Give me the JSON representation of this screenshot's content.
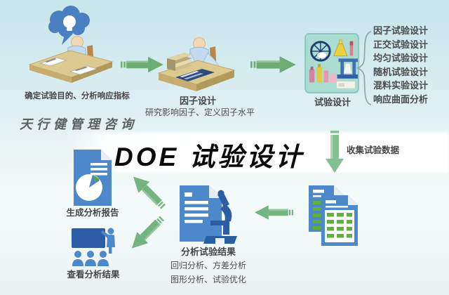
{
  "brand": {
    "name": "天行健管理咨询"
  },
  "title": {
    "text": "DOE 试验设计"
  },
  "flow": {
    "step1": {
      "label": "确定试验目的、分析响应指标"
    },
    "step2": {
      "label": "因子设计",
      "desc": "研究影响因子、定义因子水平"
    },
    "step3": {
      "label": "试验设计"
    },
    "methods": [
      "因子试验设计",
      "正交试验设计",
      "均匀试验设计",
      "随机试验设计",
      "混料实验设计",
      "响应曲面分析"
    ],
    "collect": {
      "label": "收集试验数据"
    },
    "analyze": {
      "label": "分析试验结果",
      "desc1": "回归分析、方差分析",
      "desc2": "图形分析、试验优化"
    },
    "report": {
      "label": "生成分析报告"
    },
    "review": {
      "label": "查看分析结果"
    }
  },
  "colors": {
    "background_top": "#c7e5eb",
    "arrow_green": "#6dac72",
    "arrow_light_green": "#84bf91",
    "doc_blue": "#4c88ca",
    "navy_blue": "#2e5ca6",
    "cell_green": "#5fb13c",
    "lab_mint": "#abdcd2",
    "desk_tan": "#ddca90",
    "title_black": "#0b0b0b",
    "text_gray": "#454545"
  }
}
